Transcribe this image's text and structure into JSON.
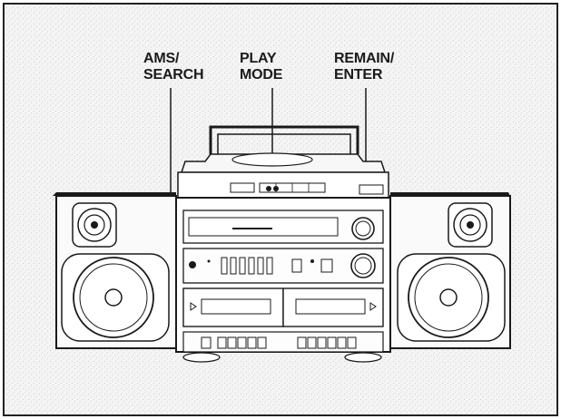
{
  "callouts": {
    "ams_search": {
      "line1": "AMS/",
      "line2": "SEARCH"
    },
    "play_mode": {
      "line1": "PLAY",
      "line2": "MODE"
    },
    "remain_enter": {
      "line1": "REMAIN/",
      "line2": "ENTER"
    }
  },
  "colors": {
    "ink": "#1a1a1a",
    "paper": "#f2f2f2",
    "frame": "#222222"
  }
}
